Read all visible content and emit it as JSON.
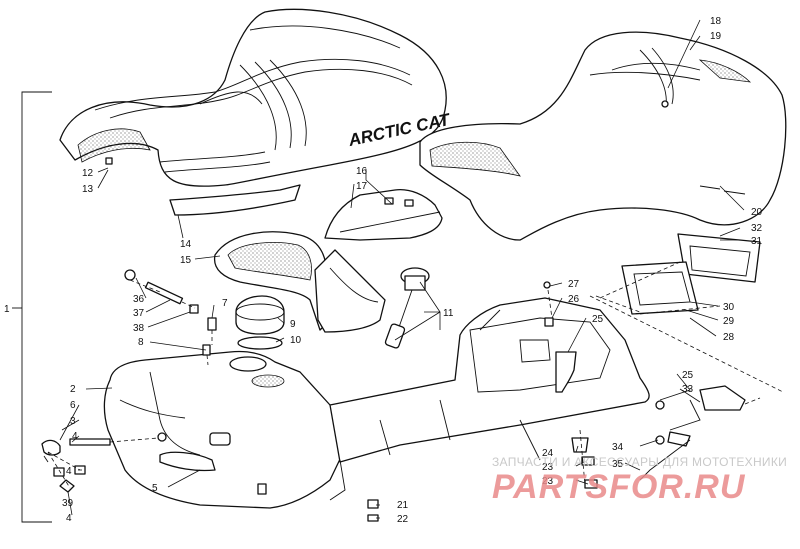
{
  "brand_text": "ARCTIC CAT",
  "watermark": {
    "subtitle": "ЗАПЧАСТИ И АКСЕССУАРЫ ДЛЯ МОТОТЕХНИКИ",
    "main": "PARTSFOR.RU"
  },
  "callouts": {
    "c1": "1",
    "c2": "2",
    "c3": "3",
    "c4a": "4",
    "c4b": "4",
    "c4c": "4",
    "c5": "5",
    "c6": "6",
    "c7": "7",
    "c8": "8",
    "c9": "9",
    "c10": "10",
    "c11": "11",
    "c12": "12",
    "c13": "13",
    "c14": "14",
    "c15": "15",
    "c16": "16",
    "c17": "17",
    "c18": "18",
    "c19": "19",
    "c20": "20",
    "c21": "21",
    "c22": "22",
    "c23a": "23",
    "c23b": "23",
    "c24": "24",
    "c25a": "25",
    "c25b": "25",
    "c26": "26",
    "c27": "27",
    "c28": "28",
    "c29": "29",
    "c30": "30",
    "c31": "31",
    "c32": "32",
    "c33": "33",
    "c34": "34",
    "c35": "35",
    "c36": "36",
    "c37": "37",
    "c38": "38",
    "c39": "39"
  },
  "colors": {
    "line": "#111111",
    "watermark_red": "#e98a8a",
    "watermark_gray": "#c9c9c9"
  }
}
